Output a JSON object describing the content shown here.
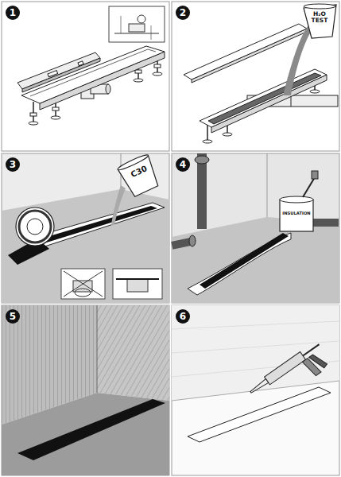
{
  "diagram": {
    "nodes": [
      {
        "text": [
          "1"
        ]
      },
      {
        "text": [
          "2"
        ]
      },
      {
        "text": [
          "3"
        ]
      },
      {
        "text": [
          "4"
        ]
      },
      {
        "text": [
          "5"
        ]
      },
      {
        "text": [
          "6"
        ]
      }
    ],
    "labels": [
      "H₂O TEST",
      "C30",
      "INSULATION"
    ]
  }
}
